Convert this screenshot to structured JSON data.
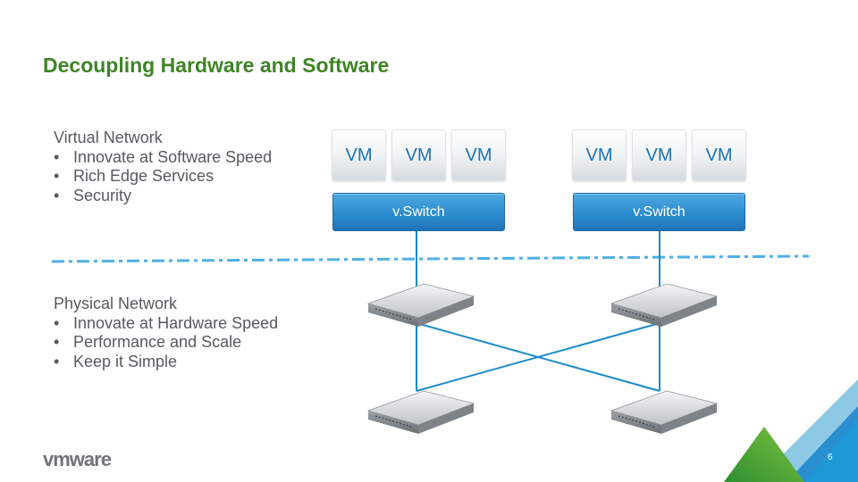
{
  "title": "Decoupling Hardware and Software",
  "virtual_network": {
    "heading": "Virtual Network",
    "bullets": [
      "Innovate at Software Speed",
      "Rich Edge Services",
      "Security"
    ]
  },
  "physical_network": {
    "heading": "Physical Network",
    "bullets": [
      "Innovate at Hardware Speed",
      "Performance and Scale",
      "Keep it Simple"
    ]
  },
  "diagram": {
    "hosts": [
      {
        "vms": [
          "VM",
          "VM",
          "VM"
        ],
        "switch_label": "v.Switch"
      },
      {
        "vms": [
          "VM",
          "VM",
          "VM"
        ],
        "switch_label": "v.Switch"
      }
    ],
    "physical_switch_count": 4,
    "colors": {
      "link": "#1a8ac9",
      "divider": "#4fb0e4",
      "title": "#3f8427"
    }
  },
  "footer": {
    "logo_text": "vmware",
    "page_number": "6"
  }
}
